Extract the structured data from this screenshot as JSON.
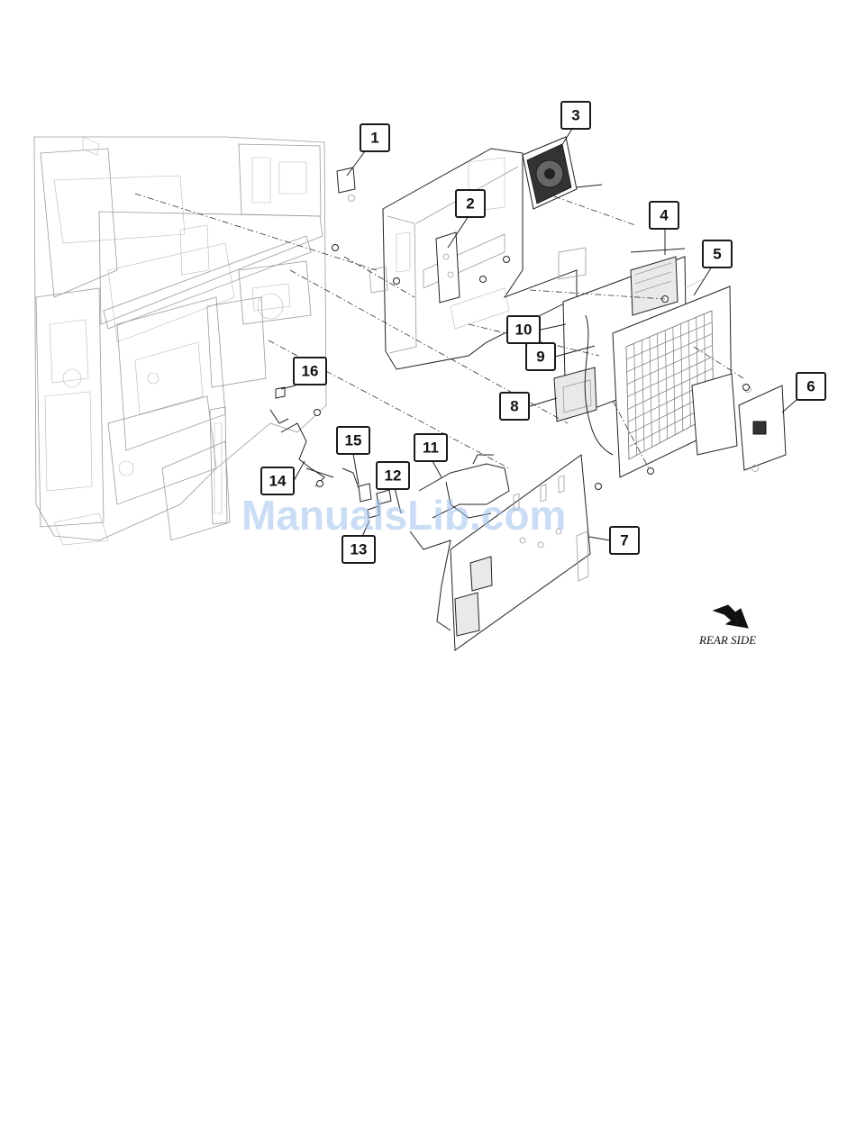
{
  "callouts": [
    {
      "label": "1"
    },
    {
      "label": "2"
    },
    {
      "label": "3"
    },
    {
      "label": "4"
    },
    {
      "label": "5"
    },
    {
      "label": "6"
    },
    {
      "label": "7"
    },
    {
      "label": "8"
    },
    {
      "label": "9"
    },
    {
      "label": "10"
    },
    {
      "label": "11"
    },
    {
      "label": "12"
    },
    {
      "label": "13"
    },
    {
      "label": "14"
    },
    {
      "label": "15"
    },
    {
      "label": "16"
    }
  ],
  "rear_side_label": "REAR SIDE",
  "watermark": "ManualsLib.com"
}
